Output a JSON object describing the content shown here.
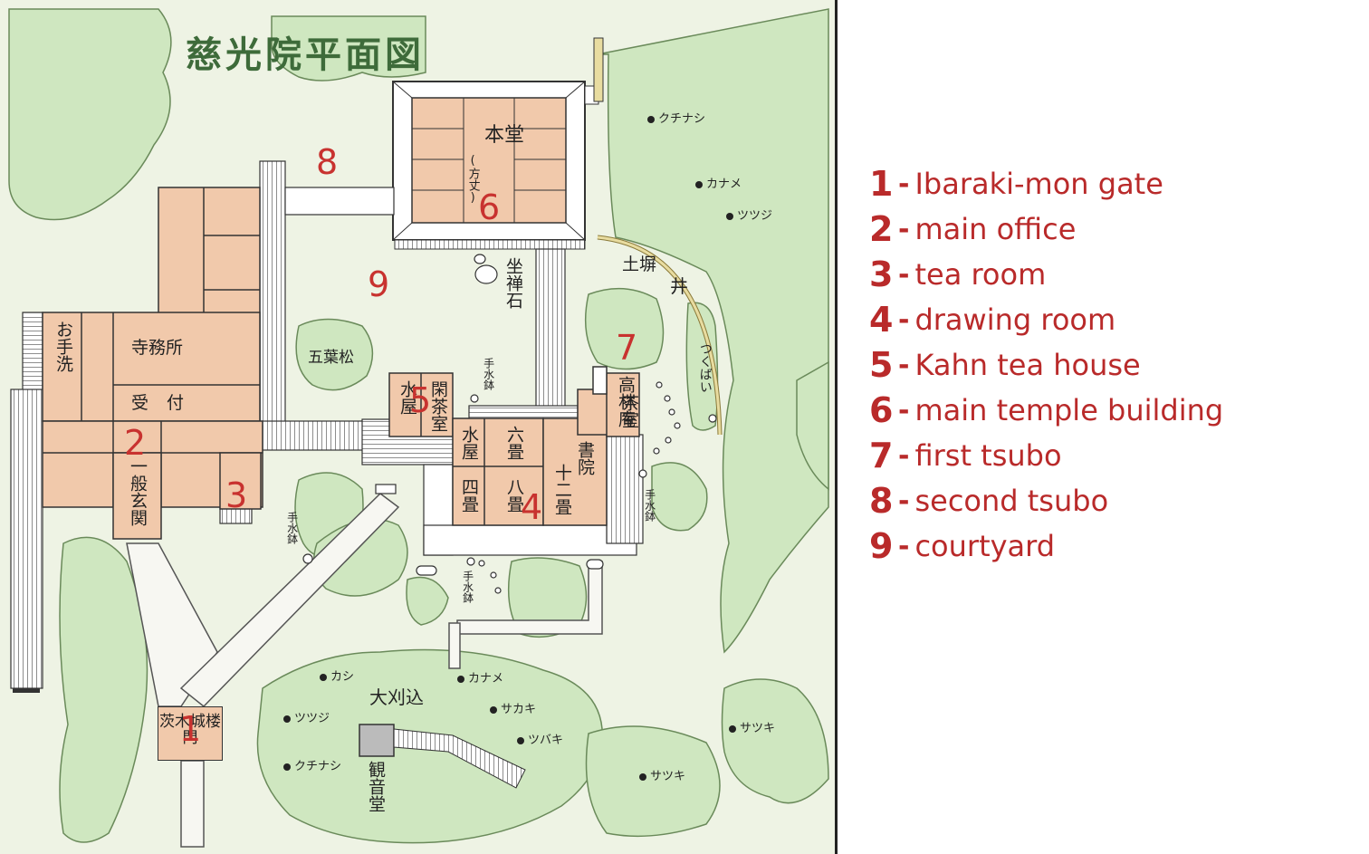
{
  "map": {
    "title": "慈光院平面図",
    "rooms": {
      "hondo": "本堂",
      "hojo": "(方丈)",
      "zazen_stone": "坐禅石",
      "goyomatsu": "五葉松",
      "temizu_1": "手水鉢",
      "temizu_2": "手水鉢",
      "temizu_3": "手水鉢",
      "temizu_4": "手水鉢",
      "ote_arai": "お手洗",
      "jimusho": "寺務所",
      "uketsuke": "受付",
      "ippan_genkan": "一般玄関",
      "mizuya_1": "水屋",
      "kan_chashitsu": "閑茶室",
      "mizuya_2": "水屋",
      "rokujo": "六畳",
      "yojo": "四畳",
      "hachijo": "八畳",
      "shoin": "書院",
      "juni_jo": "十二畳",
      "chashitsu": "茶室",
      "korinan": "高林庵",
      "tsukubai": "つくばい",
      "dobei": "土塀",
      "ido": "井",
      "okarikomi": "大刈込",
      "kannondo": "観音堂",
      "ibaraki_gate": "茨木城楼門"
    },
    "plants": [
      "クチナシ",
      "カナメ",
      "ツツジ",
      "カシ",
      "カナメ",
      "ツツジ",
      "サカキ",
      "ツバキ",
      "クチナシ",
      "サツキ",
      "サツキ"
    ],
    "markers": [
      "1",
      "2",
      "3",
      "4",
      "5",
      "6",
      "7",
      "8",
      "9"
    ]
  },
  "legend": [
    {
      "num": "1",
      "sep": "-",
      "text": "Ibaraki-mon gate"
    },
    {
      "num": "2",
      "sep": "-",
      "text": "main office"
    },
    {
      "num": "3",
      "sep": "-",
      "text": "tea room"
    },
    {
      "num": "4",
      "sep": "-",
      "text": "drawing room"
    },
    {
      "num": "5",
      "sep": "-",
      "text": "Kahn tea house"
    },
    {
      "num": "6",
      "sep": "-",
      "text": "main temple building"
    },
    {
      "num": "7",
      "sep": "-",
      "text": "first tsubo"
    },
    {
      "num": "8",
      "sep": "-",
      "text": "second tsubo"
    },
    {
      "num": "9",
      "sep": "-",
      "text": "courtyard"
    }
  ],
  "colors": {
    "ground": "#eef3e4",
    "trees": "#cfe7c0",
    "rooms": "#f1c9ab",
    "marker": "#c8322f",
    "title": "#3e6b3a"
  }
}
